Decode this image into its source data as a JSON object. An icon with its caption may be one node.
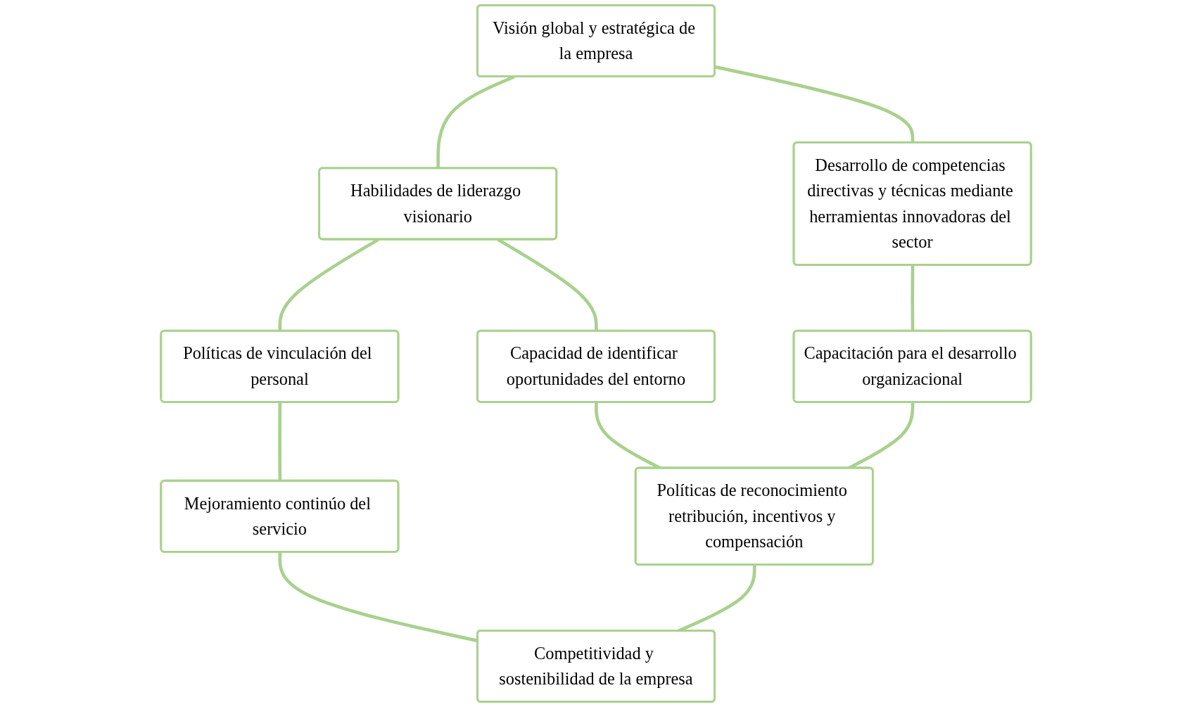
{
  "diagram": {
    "nodes": [
      {
        "text": [
          "Visión global y estratégica de la empresa"
        ]
      },
      {
        "text": [
          "Habilidades de liderazgo visionario"
        ]
      },
      {
        "text": [
          "Políticas de vinculación del personal"
        ]
      },
      {
        "text": [
          "Desarrollo de competencias directivas y técnicas mediante herramientas innovadoras del sector"
        ]
      },
      {
        "text": [
          "Capacidad de identificar oportunidades del entorno"
        ]
      },
      {
        "text": [
          "Mejoramiento continúo del servicio"
        ]
      },
      {
        "text": [
          "Capacitación para el desarrollo organizacional"
        ]
      },
      {
        "text": [
          "Políticas de reconocimiento retribución, incentivos y compensación"
        ]
      },
      {
        "text": [
          "Competitividad y sostenibilidad de la empresa"
        ]
      }
    ],
    "edges": [
      {
        "from": 0,
        "to": 1,
        "arrow": "none"
      },
      {
        "from": 1,
        "to": 2,
        "arrow": "none"
      },
      {
        "from": 0,
        "to": 3,
        "arrow": "none"
      },
      {
        "from": 3,
        "to": 6,
        "arrow": "none"
      },
      {
        "from": 1,
        "to": 4,
        "arrow": "none"
      },
      {
        "from": 4,
        "to": 7,
        "arrow": "none"
      },
      {
        "from": 2,
        "to": 5,
        "arrow": "none"
      },
      {
        "from": 5,
        "to": 8,
        "arrow": "none"
      },
      {
        "from": 6,
        "to": 7,
        "arrow": "none"
      },
      {
        "from": 7,
        "to": 8,
        "arrow": "none"
      }
    ]
  }
}
